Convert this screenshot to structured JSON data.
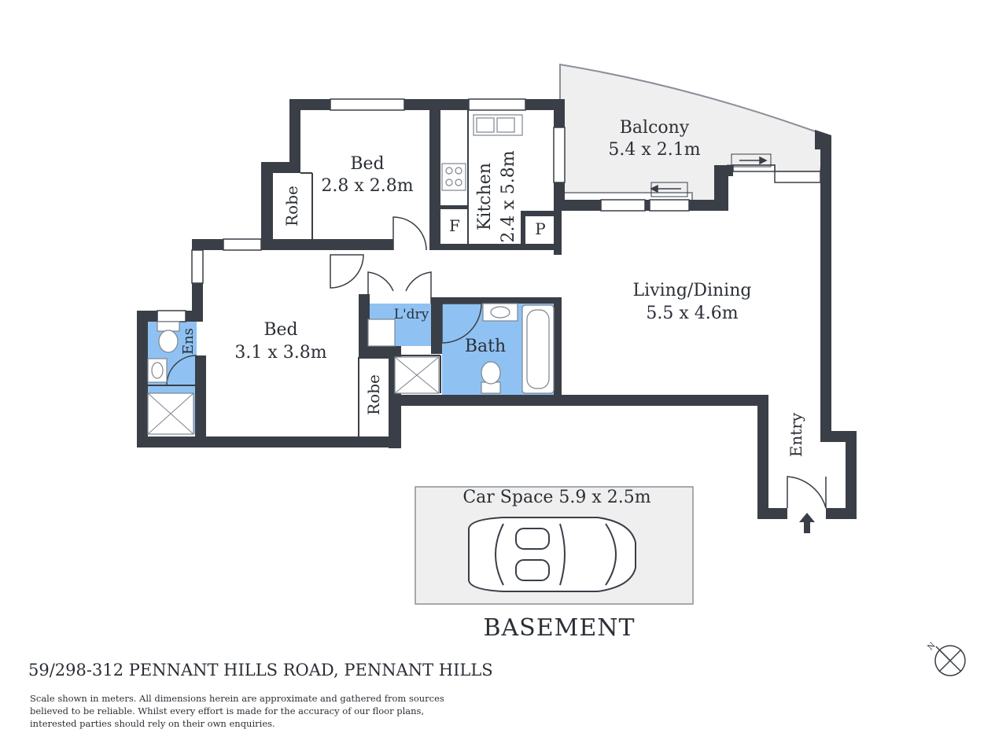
{
  "rooms": {
    "balcony": {
      "name": "Balcony",
      "size": "5.4 x 2.1m"
    },
    "bed1": {
      "name": "Bed",
      "size": "2.8 x 2.8m"
    },
    "kitchen": {
      "name": "Kitchen",
      "size": "2.4 x 5.8m"
    },
    "bed2": {
      "name": "Bed",
      "size": "3.1 x 3.8m"
    },
    "living": {
      "name": "Living/Dining",
      "size": "5.5 x 4.6m"
    },
    "bath": "Bath",
    "laundry": "L'dry",
    "ensuite": "Ens",
    "robe1": "Robe",
    "robe2": "Robe",
    "fridge": "F",
    "pantry": "P",
    "entry": "Entry"
  },
  "car_space": "Car Space 5.9 x 2.5m",
  "basement": "BASEMENT",
  "compass_letter": "N",
  "address": "59/298-312 PENNANT HILLS ROAD, PENNANT HILLS",
  "disclaimer": "Scale shown in meters. All dimensions herein are approximate and gathered from sources believed to be  reliable. Whilst every effort is made for the accuracy of our floor plans, interested parties should rely on their own enquiries.",
  "colors": {
    "wall": "#3a3f47",
    "wet_area": "#8fc2f2",
    "balcony_floor": "#efefef",
    "fixture": "#7d8590"
  }
}
